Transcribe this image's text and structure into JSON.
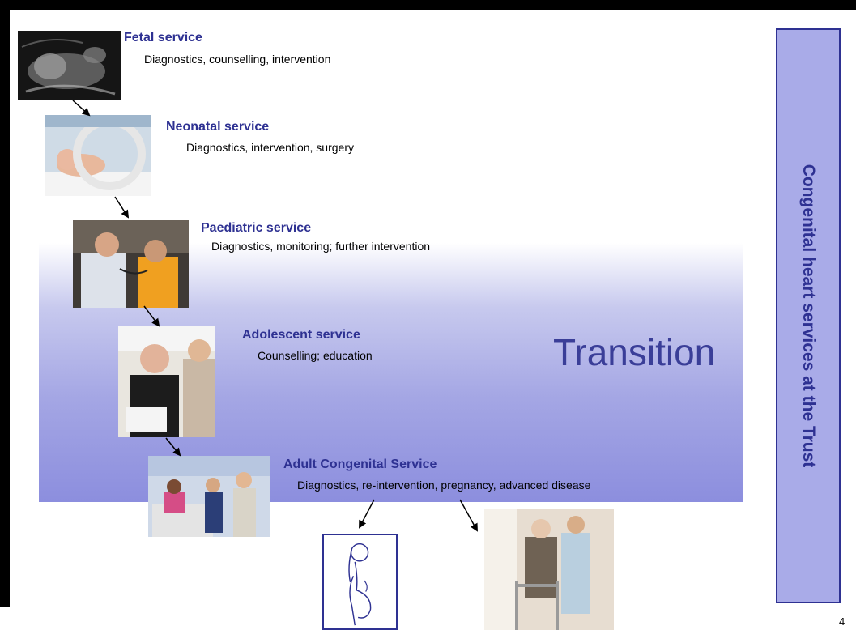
{
  "stages": [
    {
      "title": "Fetal service",
      "desc": "Diagnostics, counselling, intervention",
      "image": "ultrasound-scan"
    },
    {
      "title": "Neonatal service",
      "desc": "Diagnostics, intervention, surgery",
      "image": "newborn-incubator"
    },
    {
      "title": "Paediatric service",
      "desc": "Diagnostics, monitoring; further intervention",
      "image": "doctor-child-exam"
    },
    {
      "title": "Adolescent service",
      "desc": "Counselling; education",
      "image": "teen-with-nurse"
    },
    {
      "title": "Adult Congenital Service",
      "desc": "Diagnostics, re-intervention, pregnancy, advanced disease",
      "image": "adult-ward"
    }
  ],
  "transition_label": "Transition",
  "side_title": "Congenital heart services at the Trust",
  "page_number": "4",
  "outcome_images": [
    "pregnancy-drawing",
    "elderly-walker"
  ],
  "colors": {
    "title": "#2e3192",
    "band": "#8c8ede",
    "side_box": "#a9abe8"
  }
}
